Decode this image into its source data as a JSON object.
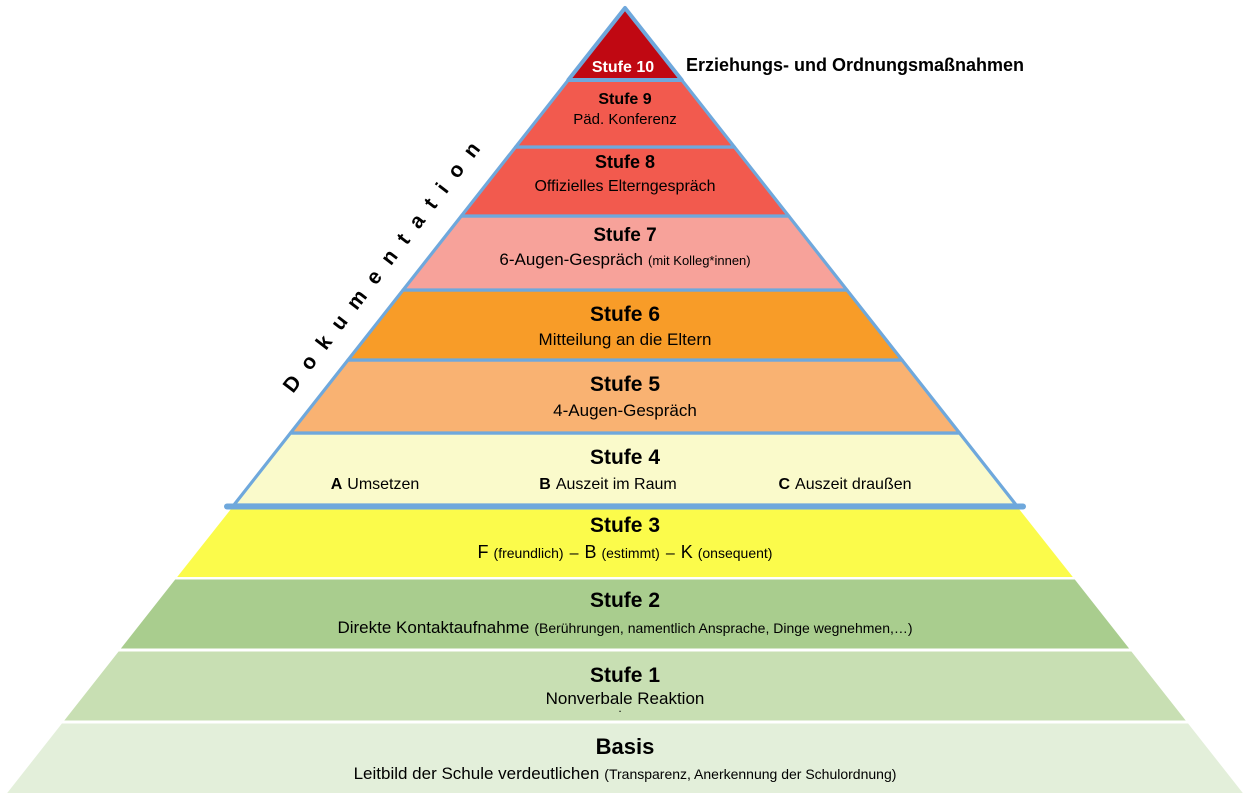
{
  "pyramid": {
    "top_annotation": "Erziehungs- und Ordnungsmaßnahmen",
    "side_label": "Dokumentation",
    "colors": {
      "outline": "#6FA8DC",
      "side_label": "#1F3864",
      "top_label_text": "#FFFFFF"
    },
    "levels": [
      {
        "name": "Stufe 10",
        "color": "#C00812"
      },
      {
        "name": "Stufe 9",
        "sub": "Päd. Konferenz",
        "color": "#F25A4E"
      },
      {
        "name": "Stufe 8",
        "sub": "Offizielles Elterngespräch",
        "color": "#F25A4E"
      },
      {
        "name": "Stufe 7",
        "sub_main": "6-Augen-Gespräch",
        "sub_small": "(mit Kolleg*innen)",
        "color": "#F7A29A"
      },
      {
        "name": "Stufe 6",
        "sub": "Mitteilung an die Eltern",
        "color": "#F89C28"
      },
      {
        "name": "Stufe 5",
        "sub": "4-Augen-Gespräch",
        "color": "#F9B272"
      },
      {
        "name": "Stufe 4",
        "color": "#FAFACB",
        "items": [
          {
            "letter": "A",
            "text": "Umsetzen"
          },
          {
            "letter": "B",
            "text": "Auszeit im Raum"
          },
          {
            "letter": "C",
            "text": "Auszeit draußen"
          }
        ]
      },
      {
        "name": "Stufe 3",
        "color": "#FBFB4B",
        "parts": {
          "l1": "F",
          "p1": "(freundlich)",
          "d1": "–",
          "l2": "B",
          "p2": "(estimmt)",
          "d2": "–",
          "l3": "K",
          "p3": "(onsequent)"
        }
      },
      {
        "name": "Stufe 2",
        "sub_main": "Direkte Kontaktaufnahme",
        "sub_small": "(Berührungen, namentlich Ansprache, Dinge wegnehmen,…)",
        "color": "#A9CD8E"
      },
      {
        "name": "Stufe 1",
        "sub": "Nonverbale Reaktion",
        "dot": ".",
        "color": "#C8DFB3"
      },
      {
        "name": "Basis",
        "sub_main": "Leitbild der Schule verdeutlichen",
        "sub_small": "(Transparenz, Anerkennung der Schulordnung)",
        "color": "#E3EFDA"
      }
    ]
  }
}
